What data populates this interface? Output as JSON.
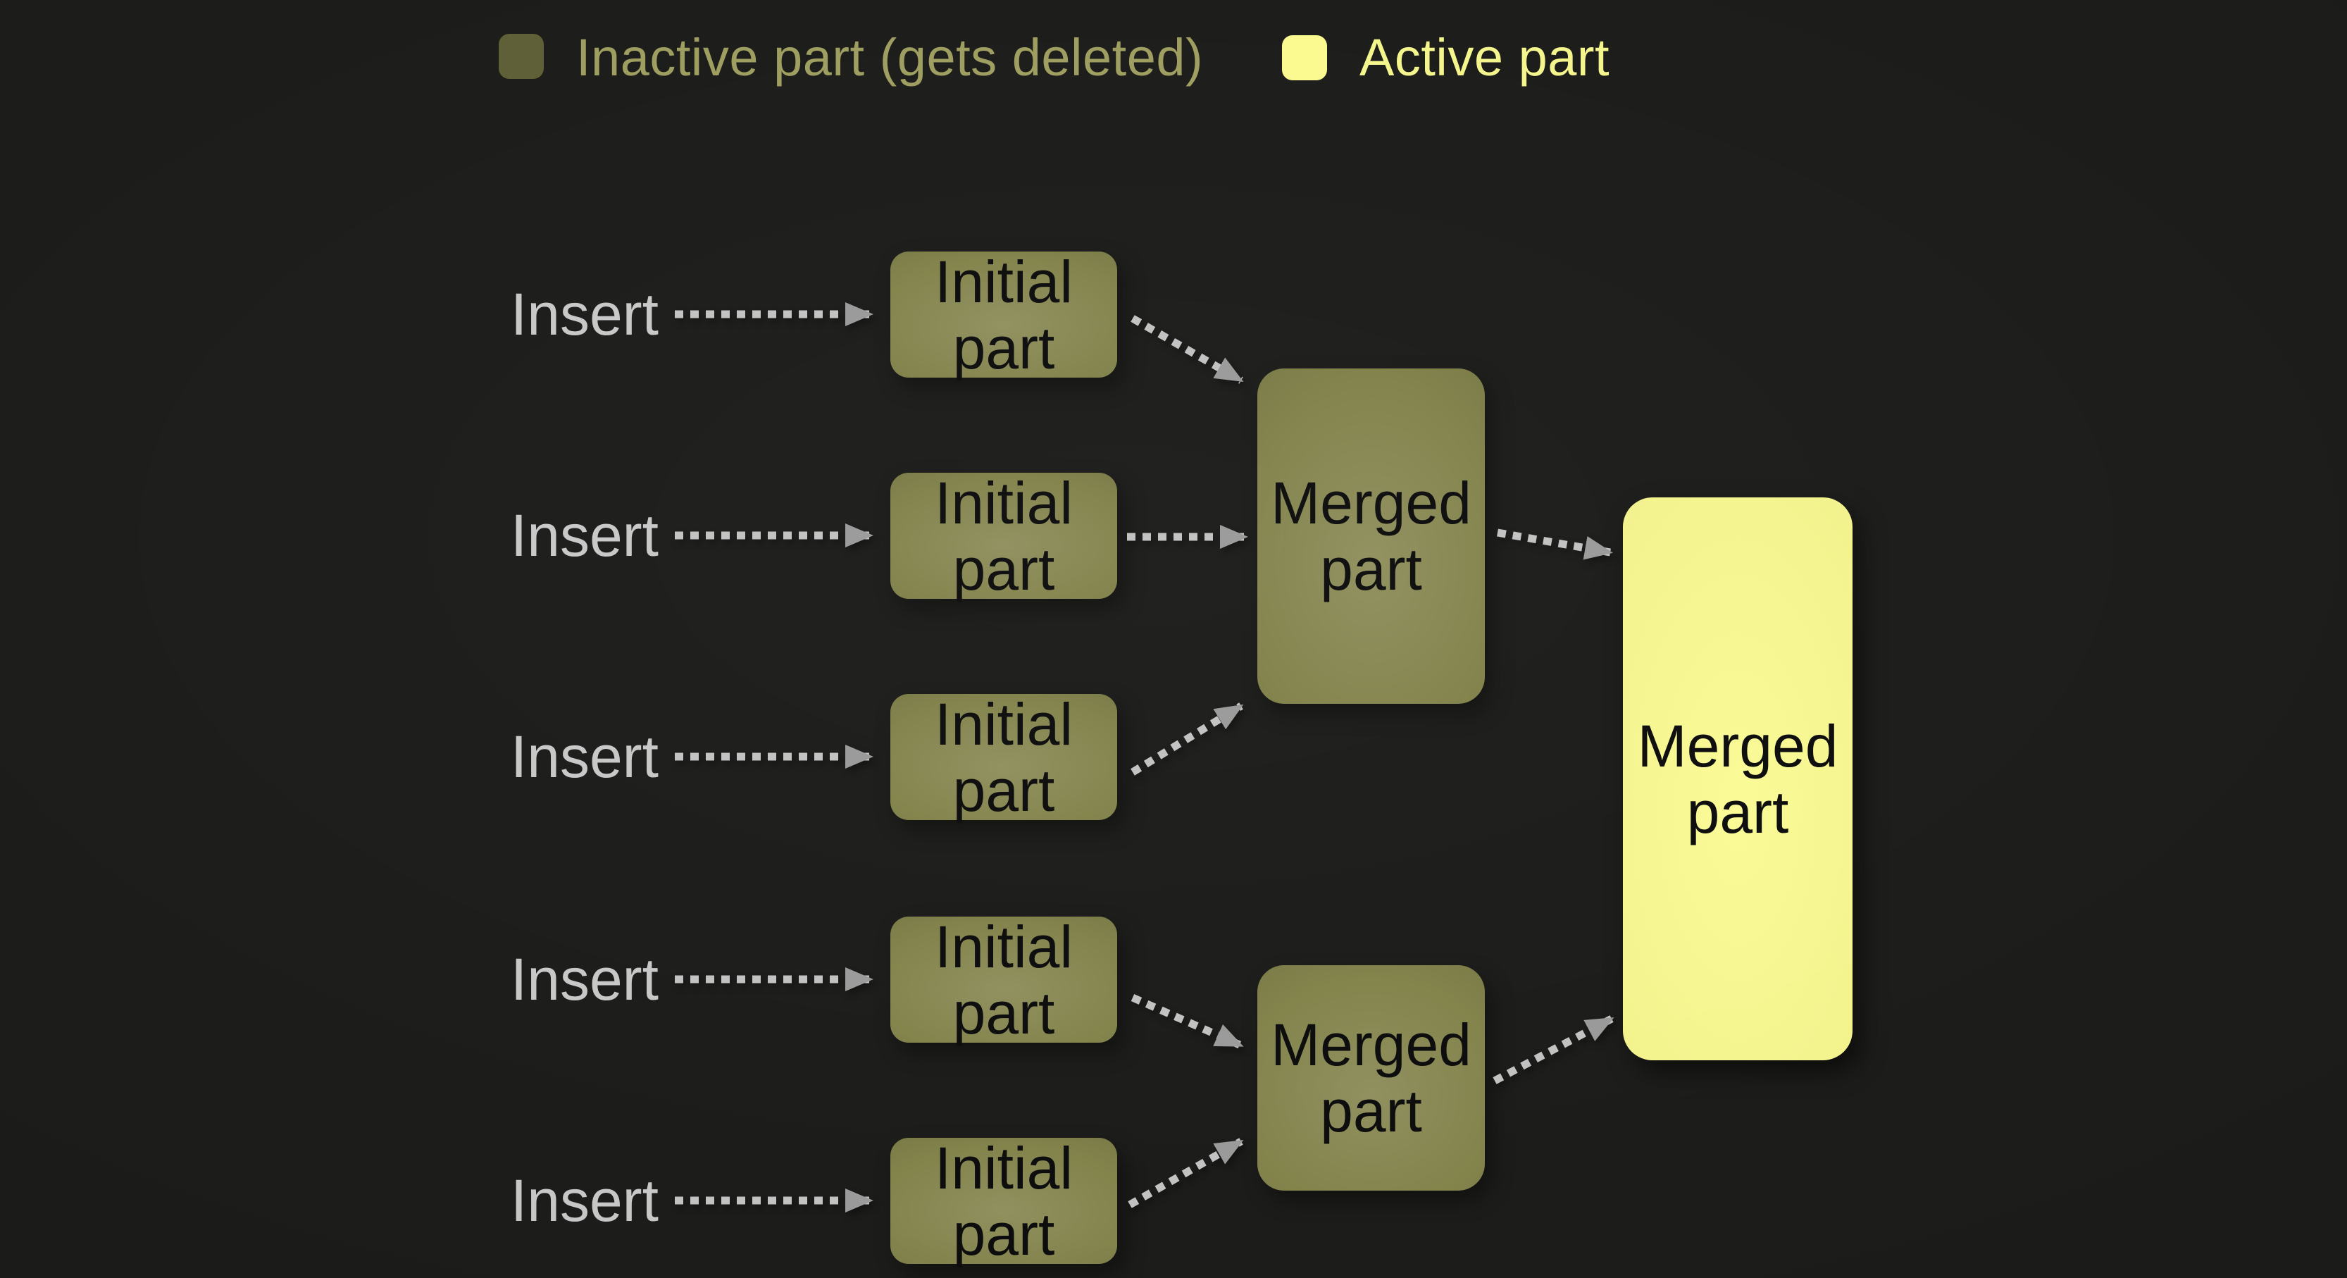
{
  "legend": {
    "inactive_label": "Inactive part (gets deleted)",
    "active_label": "Active part"
  },
  "flow": {
    "insert_labels": [
      "Insert",
      "Insert",
      "Insert",
      "Insert",
      "Insert"
    ],
    "initial_labels": [
      "Initial part",
      "Initial part",
      "Initial part",
      "Initial part",
      "Initial part"
    ],
    "merged_nodes": [
      {
        "label": "Merged part",
        "state": "inactive"
      },
      {
        "label": "Merged part",
        "state": "inactive"
      },
      {
        "label": "Merged part",
        "state": "active"
      }
    ]
  },
  "colors": {
    "background": "#1c1c1a",
    "inactive_box": "#83834c",
    "active_box": "#fafa90",
    "legend_inactive_swatch": "#5f5f37",
    "legend_inactive_text": "#9e9e60",
    "legend_active_text": "#f5f58d",
    "insert_text": "#c8c8c8",
    "box_text": "#0d0d0d",
    "arrow_dot": "#c2c2c2",
    "arrow_head": "#9a9a9a"
  }
}
